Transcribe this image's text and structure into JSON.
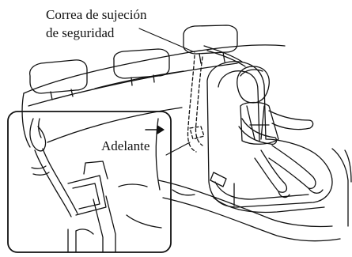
{
  "labels": {
    "tether_strap_line1": "Correa de sujeción",
    "tether_strap_line2": "de seguridad",
    "forward": "Adelante"
  },
  "icons": {
    "forward_arrow": "arrow-right-icon"
  },
  "colors": {
    "line": "#111111",
    "background": "#ffffff"
  }
}
